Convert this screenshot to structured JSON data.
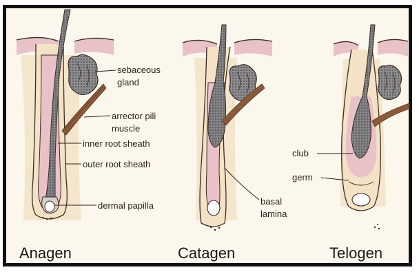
{
  "stages": [
    {
      "title": "Anagen"
    },
    {
      "title": "Catagen"
    },
    {
      "title": "Telogen"
    }
  ],
  "labels": {
    "sebaceous_gland": [
      "sebaceous",
      "gland"
    ],
    "arrector_pili_muscle": [
      "arrector pili",
      "muscle"
    ],
    "inner_root_sheath": "inner root sheath",
    "outer_root_sheath": "outer root sheath",
    "dermal_papilla": "dermal papilla",
    "basal_lamina": [
      "basal",
      "lamina"
    ],
    "club": "club",
    "germ": "germ"
  },
  "colors": {
    "skin_pink": "#e9c2c8",
    "dermis_cream": "#f4e6cc",
    "hair_grey": "#6f6f72",
    "muscle_brown": "#8b5a3a",
    "outline": "#3a2c24"
  }
}
